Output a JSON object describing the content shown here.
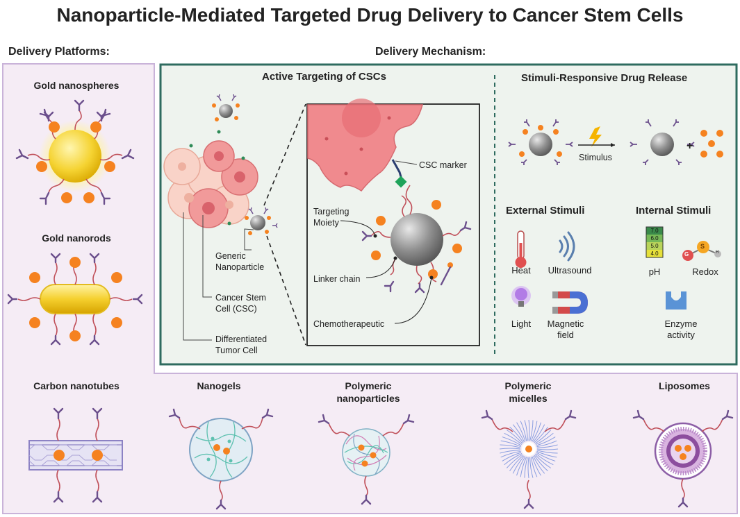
{
  "title": "Nanoparticle-Mediated Targeted Drug Delivery to Cancer Stem Cells",
  "sections": {
    "platforms": "Delivery Platforms:",
    "mechanism": "Delivery Mechanism:"
  },
  "platforms": [
    {
      "label": "Gold nanospheres"
    },
    {
      "label": "Gold nanorods"
    },
    {
      "label": "Carbon nanotubes"
    },
    {
      "label": "Nanogels"
    },
    {
      "label": "Polymeric nanoparticles"
    },
    {
      "label": "Polymeric micelles"
    },
    {
      "label": "Liposomes"
    }
  ],
  "active": {
    "title": "Active Targeting of CSCs",
    "labels": {
      "csc_marker": "CSC marker",
      "targeting_moiety": "Targeting Moiety",
      "linker_chain": "Linker chain",
      "chemotherapeutic": "Chemotherapeutic",
      "generic_np": "Generic Nanoparticle",
      "csc": "Cancer Stem Cell (CSC)",
      "diff_cell": "Differentiated Tumor Cell"
    }
  },
  "stimuli": {
    "title": "Stimuli-Responsive Drug Release",
    "stimulus": "Stimulus",
    "external_title": "External Stimuli",
    "internal_title": "Internal Stimuli",
    "external": {
      "heat": "Heat",
      "ultrasound": "Ultrasound",
      "light": "Light",
      "magnetic": "Magnetic field"
    },
    "internal": {
      "ph": "pH",
      "redox": "Redox",
      "enzyme": "Enzyme activity"
    },
    "ph_scale": [
      "7.0",
      "6.0",
      "5.0",
      "4.0"
    ],
    "redox_letters": [
      "G",
      "S",
      "H"
    ]
  },
  "colors": {
    "panel_border": "#2e6b5f",
    "panel_fill": "#eef3ee",
    "platform_fill": "#f3eaf3",
    "platform_border": "#c9b3d9",
    "drug": "#f58220",
    "antibody": "#6b4f8c",
    "linker": "#c0505a",
    "gold": "#f3c92b",
    "cell_pink": "#f2a9a6"
  }
}
